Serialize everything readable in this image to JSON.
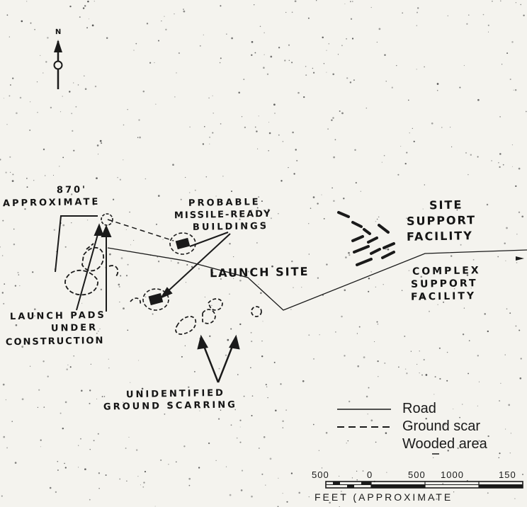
{
  "north": {
    "label": "N"
  },
  "labels": {
    "distance": "870'",
    "approximate": "APPROXIMATE",
    "probable_line1": "PROBABLE",
    "probable_line2": "MISSILE-READY",
    "probable_line3": "BUILDINGS",
    "site_support_line1": "SITE",
    "site_support_line2": "SUPPORT",
    "site_support_line3": "FACILITY",
    "launch_site": "LAUNCH SITE",
    "complex_line1": "COMPLEX",
    "complex_line2": "SUPPORT",
    "complex_line3": "FACILITY",
    "launch_pads_line1": "LAUNCH PADS",
    "launch_pads_line2": "UNDER",
    "launch_pads_line3": "CONSTRUCTION",
    "scarring_line1": "UNIDENTIFIED",
    "scarring_line2": "GROUND SCARRING"
  },
  "legend": {
    "road": "Road",
    "ground_scar": "Ground scar",
    "wooded_area": "Wooded area"
  },
  "scale": {
    "ticks": [
      "500",
      "0",
      "500",
      "1000",
      "150"
    ],
    "unit_label": "FEET (APPROXIMATE"
  }
}
